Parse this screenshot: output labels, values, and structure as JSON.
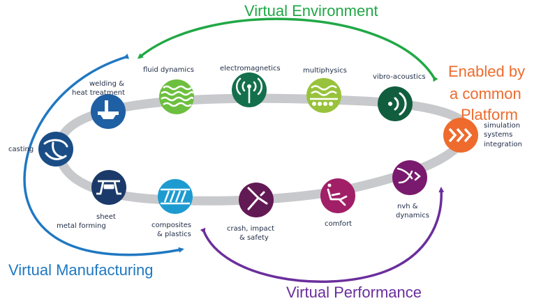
{
  "groups": {
    "environment": {
      "label": "Virtual Environment",
      "color": "#20a845"
    },
    "manufacturing": {
      "label": "Virtual Manufacturing",
      "color": "#1f78c1"
    },
    "performance": {
      "label": "Virtual Performance",
      "color": "#6a2e9c"
    },
    "platform": {
      "line1": "Enabled by",
      "line2": "a common",
      "line3": "Platform",
      "color": "#ee6b2d"
    }
  },
  "nodes": [
    {
      "id": "casting",
      "lines": [
        "casting"
      ],
      "color": "#1a4d86",
      "icon": "casting-icon"
    },
    {
      "id": "welding",
      "lines": [
        "welding &",
        "heat treatment"
      ],
      "color": "#1f5fa3",
      "icon": "welding-icon"
    },
    {
      "id": "fluid",
      "lines": [
        "fluid dynamics"
      ],
      "color": "#6dbf3f",
      "icon": "wave-icon"
    },
    {
      "id": "em",
      "lines": [
        "electromagnetics"
      ],
      "color": "#14704c",
      "icon": "antenna-icon"
    },
    {
      "id": "multi",
      "lines": [
        "multiphysics"
      ],
      "color": "#98c23c",
      "icon": "multiphysics-icon"
    },
    {
      "id": "vibro",
      "lines": [
        "vibro-acoustics"
      ],
      "color": "#115e3e",
      "icon": "sound-wave-icon"
    },
    {
      "id": "sim",
      "lines": [
        "simulation",
        "systems",
        "integration"
      ],
      "color": "#ee6b2d",
      "icon": "chevrons-icon"
    },
    {
      "id": "nvh",
      "lines": [
        "nvh &",
        "dynamics"
      ],
      "color": "#7a1a6e",
      "icon": "nvh-icon"
    },
    {
      "id": "comfort",
      "lines": [
        "comfort"
      ],
      "color": "#a01f66",
      "icon": "seat-icon"
    },
    {
      "id": "crash",
      "lines": [
        "crash, impact",
        "& safety"
      ],
      "color": "#621a55",
      "icon": "crash-icon"
    },
    {
      "id": "composites",
      "lines": [
        "composites",
        "& plastics"
      ],
      "color": "#1d9bd0",
      "icon": "composite-icon"
    },
    {
      "id": "sheet",
      "lines": [
        "sheet",
        "metal forming"
      ],
      "color": "#1b3a6a",
      "icon": "press-icon"
    }
  ]
}
